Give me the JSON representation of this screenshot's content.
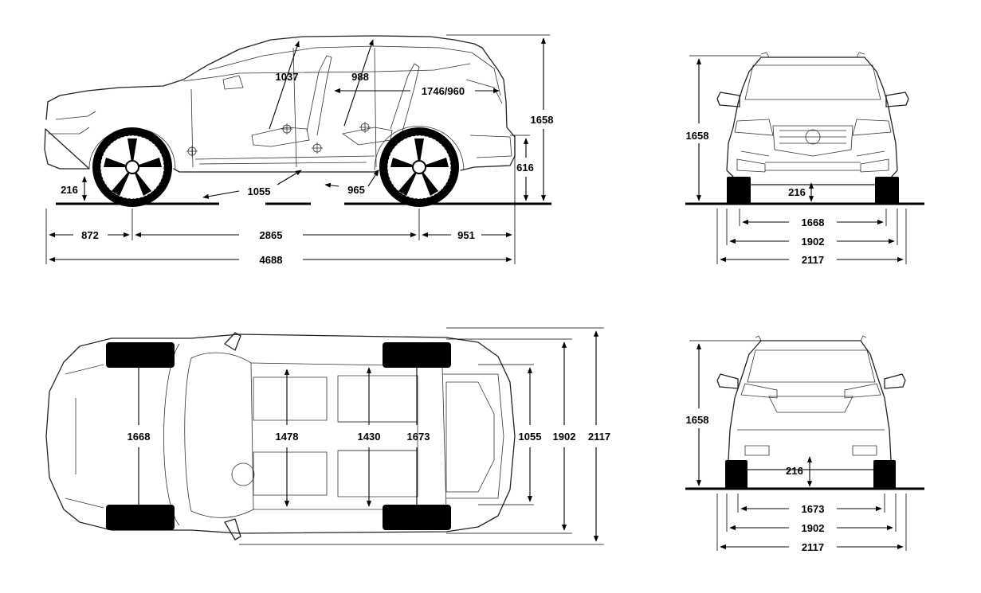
{
  "side_view": {
    "front_overhang": "872",
    "wheelbase": "2865",
    "rear_overhang": "951",
    "overall_length": "4688",
    "overall_height": "1658",
    "ground_clearance": "216",
    "rear_lip_height": "616",
    "front_headroom": "1037",
    "rear_headroom": "988",
    "cargo_length": "1746/960",
    "front_legroom": "1055",
    "rear_legroom": "965"
  },
  "front_view": {
    "height": "1658",
    "ground_clearance": "216",
    "track": "1668",
    "width_body": "1902",
    "width_mirrors": "2117"
  },
  "top_view": {
    "front_track": "1668",
    "front_shoulder": "1478",
    "rear_shoulder": "1430",
    "rear_track": "1673",
    "cargo_width": "1055",
    "width_body": "1902",
    "width_mirrors": "2117"
  },
  "rear_view": {
    "height": "1658",
    "ground_clearance": "216",
    "track": "1673",
    "width_body": "1902",
    "width_mirrors": "2117"
  },
  "colors": {
    "line": "#000000",
    "background": "#ffffff"
  }
}
